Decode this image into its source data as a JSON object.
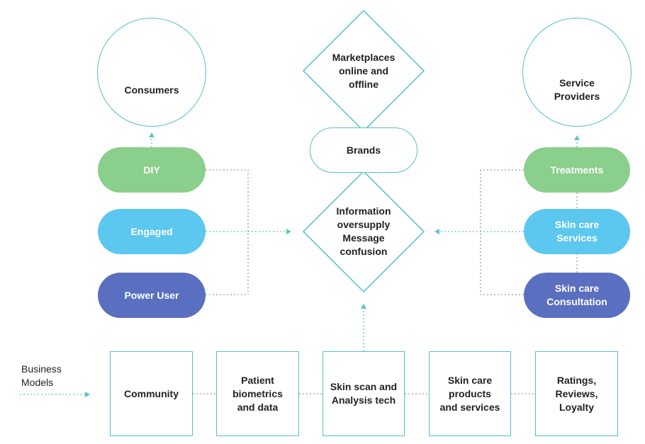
{
  "consumers": {
    "title": "Consumers",
    "segments": [
      {
        "label": "DIY",
        "color": "#8acf8c"
      },
      {
        "label": "Engaged",
        "color": "#5cc7ef"
      },
      {
        "label": "Power User",
        "color": "#5a6fbf"
      }
    ]
  },
  "providers": {
    "title": "Service\nProviders",
    "segments": [
      {
        "label": "Treatments",
        "color": "#8acf8c"
      },
      {
        "label": "Skin care\nServices",
        "color": "#5cc7ef"
      },
      {
        "label": "Skin care\nConsultation",
        "color": "#5a6fbf"
      }
    ]
  },
  "center": {
    "marketplaces": "Marketplaces\nonline and\noffline",
    "brands": "Brands",
    "information": "Information\noversupply\nMessage\nconfusion"
  },
  "business_models": {
    "label": "Business\nModels",
    "boxes": [
      "Community",
      "Patient\nbiometrics\nand data",
      "Skin scan and\nAnalysis tech",
      "Skin care\nproducts\nand services",
      "Ratings,\nReviews,\nLoyalty"
    ]
  },
  "colors": {
    "outline": "#53c1c8",
    "connector": "#9aa0a6",
    "arrow": "#5fc4cc"
  },
  "icons": [
    "person-icon",
    "service-provider-icon"
  ]
}
